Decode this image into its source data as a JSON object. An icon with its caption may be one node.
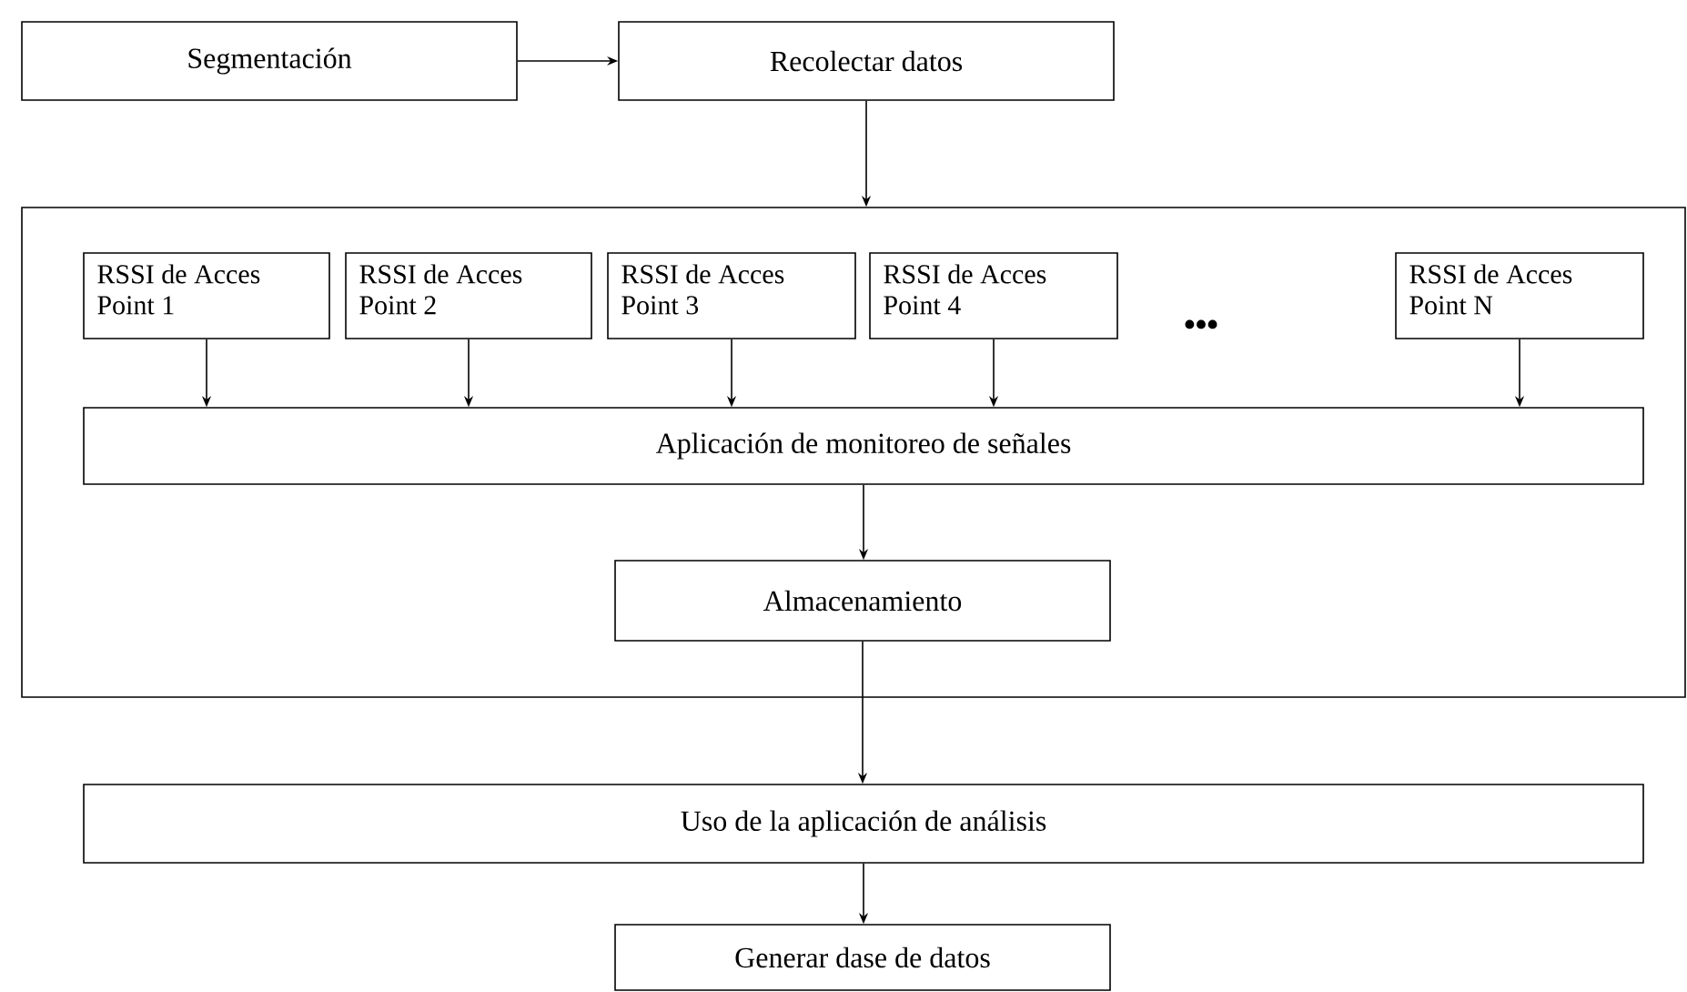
{
  "diagram": {
    "nodes": [
      {
        "text": [
          "Segmentación"
        ]
      },
      {
        "text": [
          "Recolectar datos"
        ]
      },
      {
        "text": [],
        "shape": "box"
      },
      {
        "text": [
          "RSSI de Acces Point 1"
        ],
        "in": 2
      },
      {
        "text": [
          "RSSI de Acces Point 2"
        ],
        "in": 2
      },
      {
        "text": [
          "RSSI de Acces Point 3"
        ],
        "in": 2
      },
      {
        "text": [
          "RSSI de Acces Point 4"
        ],
        "in": 2
      },
      {
        "text": [
          "RSSI de Acces Point N"
        ],
        "in": 2
      },
      {
        "text": [
          "Aplicación de monitoreo de señales"
        ],
        "in": 2
      },
      {
        "text": [
          "Almacenamiento"
        ],
        "in": 2
      },
      {
        "text": [
          "Uso de la aplicación de análisis"
        ]
      },
      {
        "text": [
          "Generar dase de datos"
        ]
      }
    ],
    "edges": [
      {
        "from": 0,
        "to": 1,
        "arrow": "to"
      },
      {
        "from": 1,
        "to": 2,
        "arrow": "to"
      },
      {
        "from": 3,
        "to": 8,
        "arrow": "to"
      },
      {
        "from": 4,
        "to": 8,
        "arrow": "to"
      },
      {
        "from": 5,
        "to": 8,
        "arrow": "to"
      },
      {
        "from": 6,
        "to": 8,
        "arrow": "to"
      },
      {
        "from": 7,
        "to": 8,
        "arrow": "to"
      },
      {
        "from": 8,
        "to": 9,
        "arrow": "to"
      },
      {
        "from": 9,
        "to": 10,
        "arrow": "to"
      },
      {
        "from": 10,
        "to": 11,
        "arrow": "to"
      }
    ],
    "labels": [
      "•••"
    ]
  }
}
